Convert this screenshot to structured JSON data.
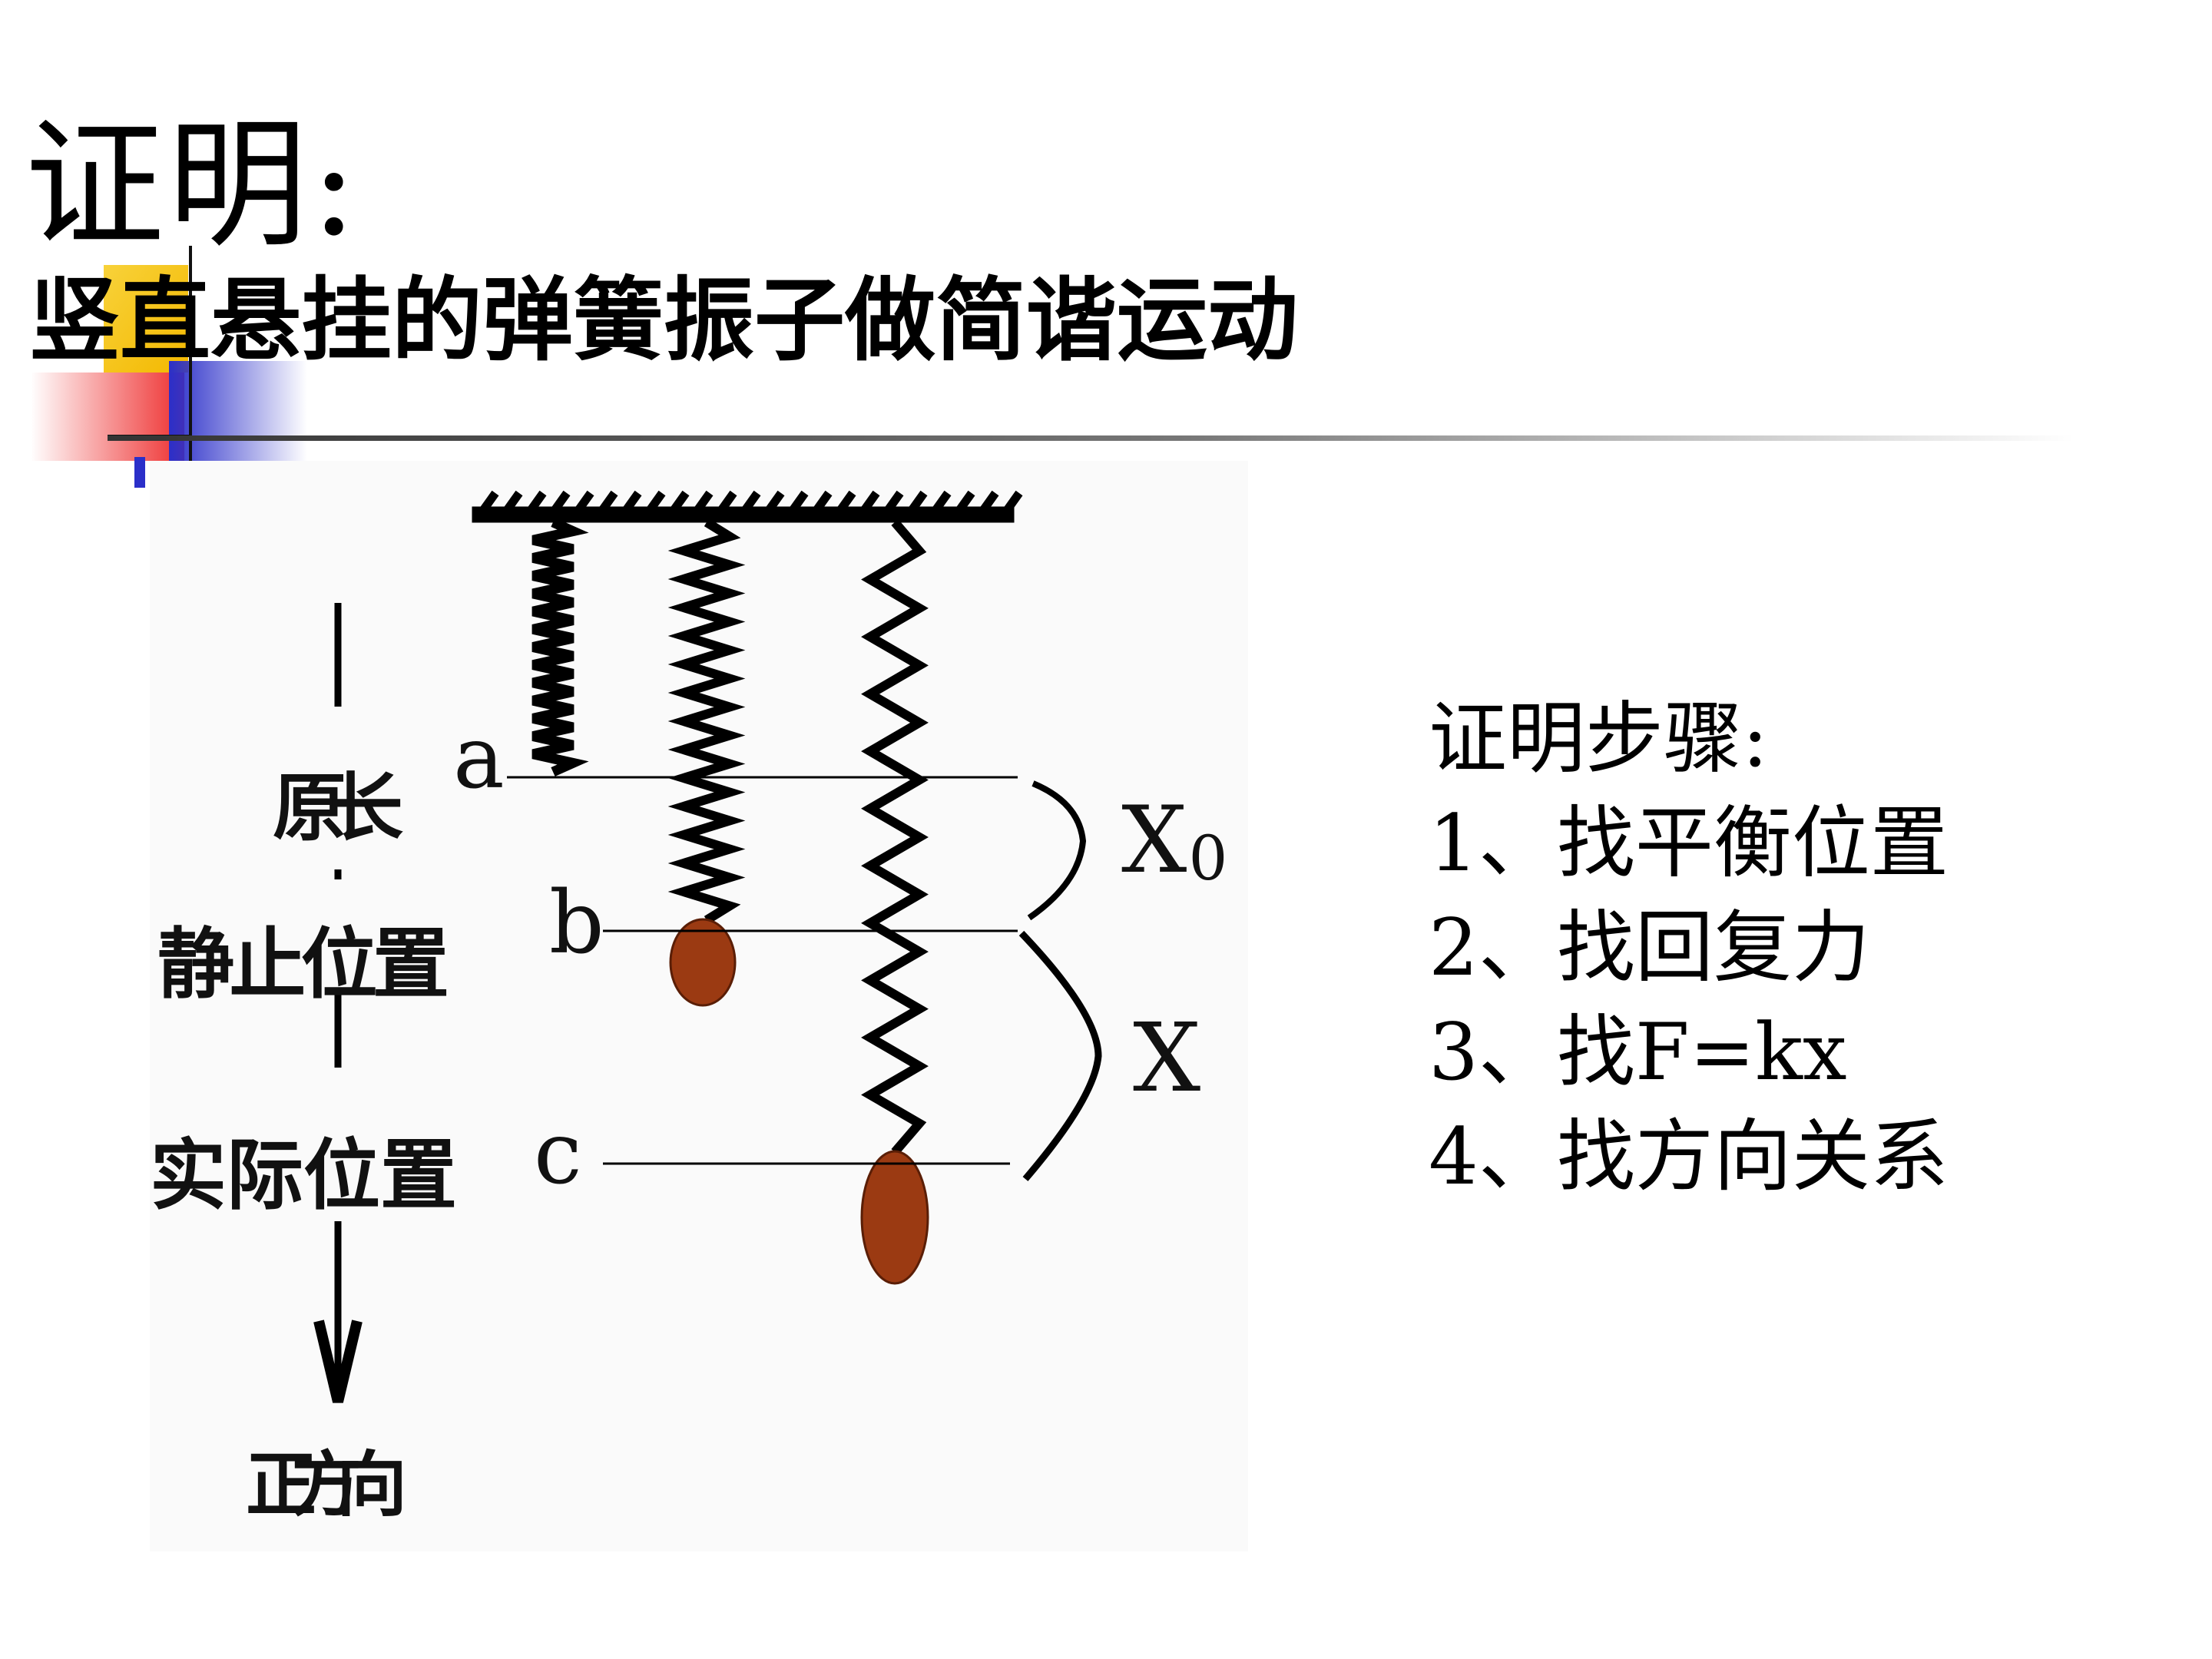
{
  "slide": {
    "heading": "证明:",
    "subtitle": "竖直悬挂的弹簧振子做简谐运动"
  },
  "figure": {
    "axis_labels": {
      "natural_length": "原长",
      "rest_position": "静止位置",
      "actual_position": "实际位置",
      "direction": "正方向"
    },
    "points": {
      "a": "a",
      "b": "b",
      "c": "c"
    },
    "measurements": {
      "x0": "X",
      "x0_subscript": "0",
      "x": "X"
    },
    "colors": {
      "bob": "#9b3a12",
      "ink": "#000000"
    }
  },
  "steps": {
    "title": "证明步骤:",
    "items": [
      "1、找平衡位置",
      "2、找回复力",
      "3、找F=kx",
      "4、找方向关系"
    ]
  },
  "decoration": {
    "colors": {
      "yellow": "#f6c81a",
      "red": "#f03a3a",
      "blue": "#3035c8",
      "line": "#555555"
    }
  }
}
